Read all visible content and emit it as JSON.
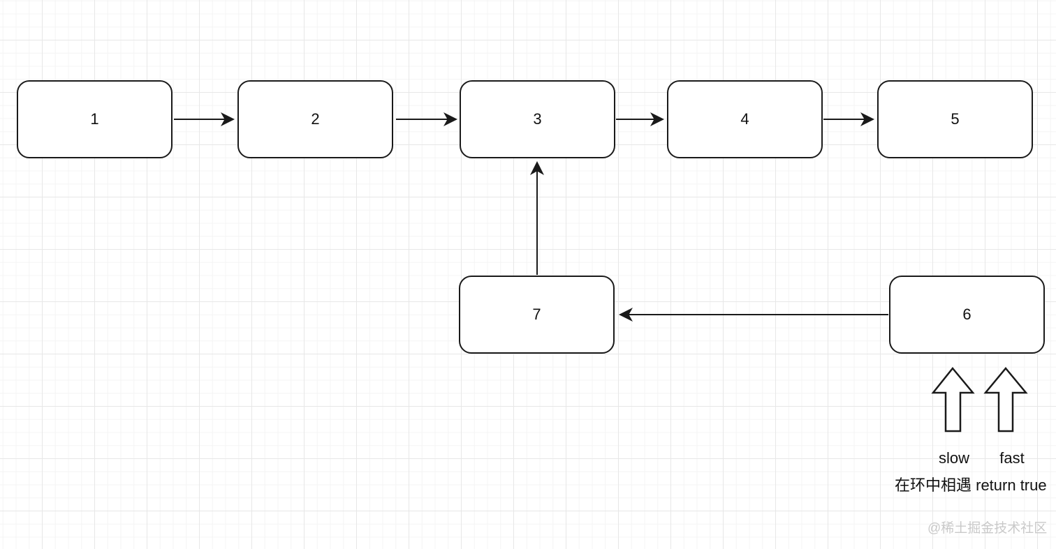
{
  "diagram": {
    "type": "linked-list-with-cycle",
    "nodes": [
      {
        "label": "1"
      },
      {
        "label": "2"
      },
      {
        "label": "3"
      },
      {
        "label": "4"
      },
      {
        "label": "5"
      },
      {
        "label": "6"
      },
      {
        "label": "7"
      }
    ],
    "edges": [
      {
        "from": "1",
        "to": "2"
      },
      {
        "from": "2",
        "to": "3"
      },
      {
        "from": "3",
        "to": "4"
      },
      {
        "from": "4",
        "to": "5"
      },
      {
        "from": "6",
        "to": "7"
      },
      {
        "from": "7",
        "to": "3"
      }
    ],
    "pointers": {
      "slow_label": "slow",
      "fast_label": "fast"
    },
    "annotation": "在环中相遇 return true",
    "watermark": "@稀土掘金技术社区"
  },
  "colors": {
    "stroke": "#1a1a1a",
    "node_fill": "#ffffff",
    "grid_minor": "#f4f4f4",
    "grid_major": "#e7e7e7",
    "watermark": "#c9c9c9"
  }
}
